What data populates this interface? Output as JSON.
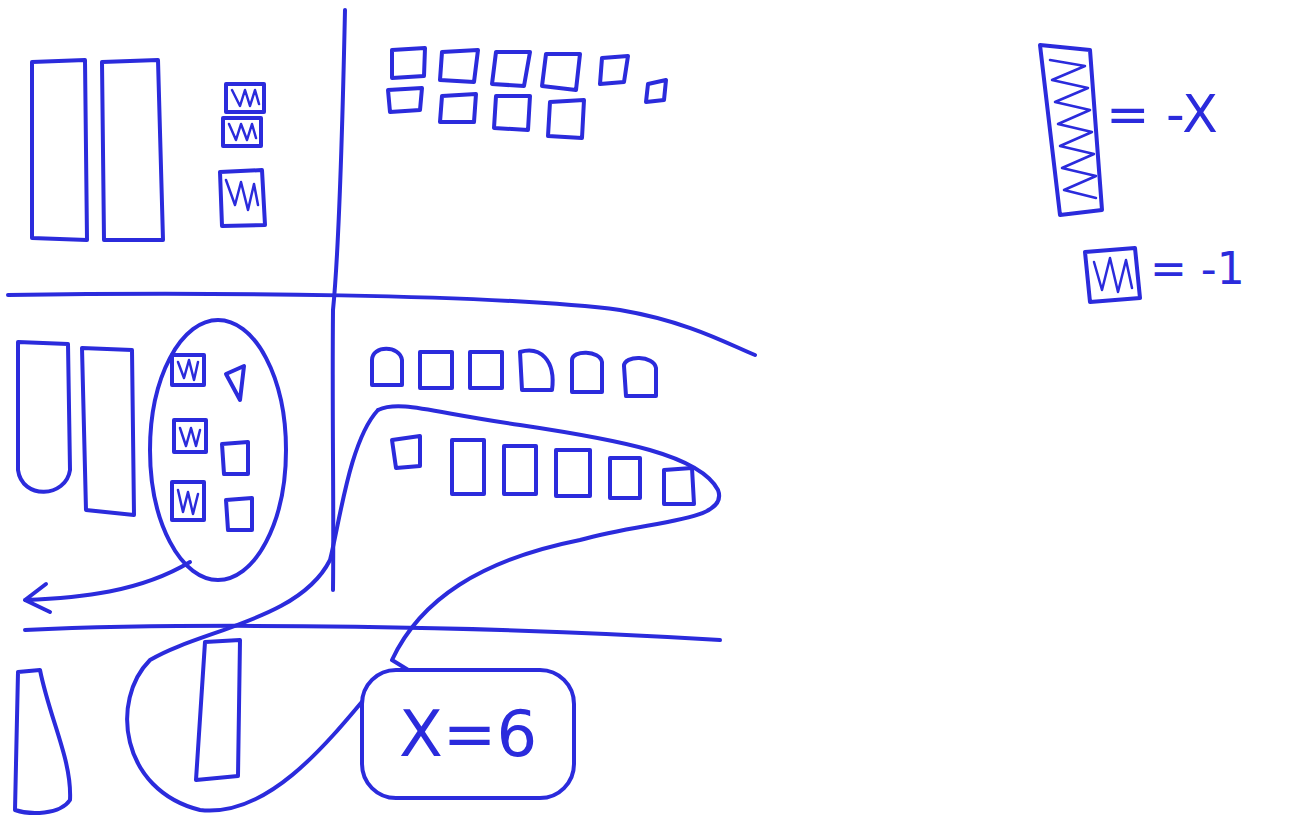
{
  "diagram": {
    "nodes": [
      {
        "text": [
          "X=6"
        ]
      }
    ],
    "legend": [
      {
        "text": "= -X"
      },
      {
        "text": "= -1"
      }
    ]
  }
}
